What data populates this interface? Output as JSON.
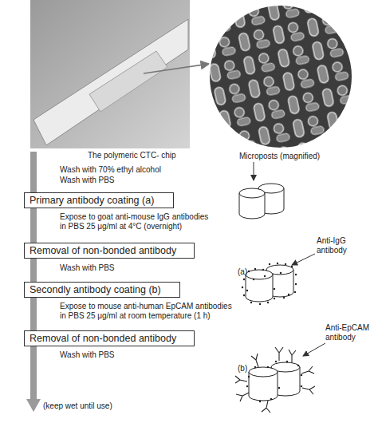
{
  "diagram": {
    "nodes": [
      {
        "text": [
          "Primary antibody coating (a)"
        ]
      },
      {
        "text": [
          "Removal of non-bonded antibody"
        ]
      },
      {
        "text": [
          "Secondly antibody coating (b)"
        ]
      },
      {
        "text": [
          "Removal of non-bonded antibody"
        ]
      }
    ],
    "edges": [
      {
        "from": 0,
        "to": 1,
        "arrow": "none"
      },
      {
        "from": 1,
        "to": 2,
        "arrow": "none"
      },
      {
        "from": 2,
        "to": 3,
        "arrow": "none"
      }
    ],
    "labels": [
      "The polymeric CTC- chip",
      "Microposts (magnified)",
      "Wash with 70% ethyl alcohol",
      "Wash with PBS",
      "Expose to goat anti-mouse IgG antibodies in PBS 25 μg/ml at 4°C (overnight)",
      "Anti-IgG antibody",
      "(a)",
      "Wash with PBS",
      "Expose to mouse anti-human EpCAM antibodies in PBS 25 μg/ml at room temperature (1 h)",
      "Anti-EpCAM antibody",
      "(b)",
      "Wash with PBS",
      "(keep wet until use)"
    ]
  }
}
